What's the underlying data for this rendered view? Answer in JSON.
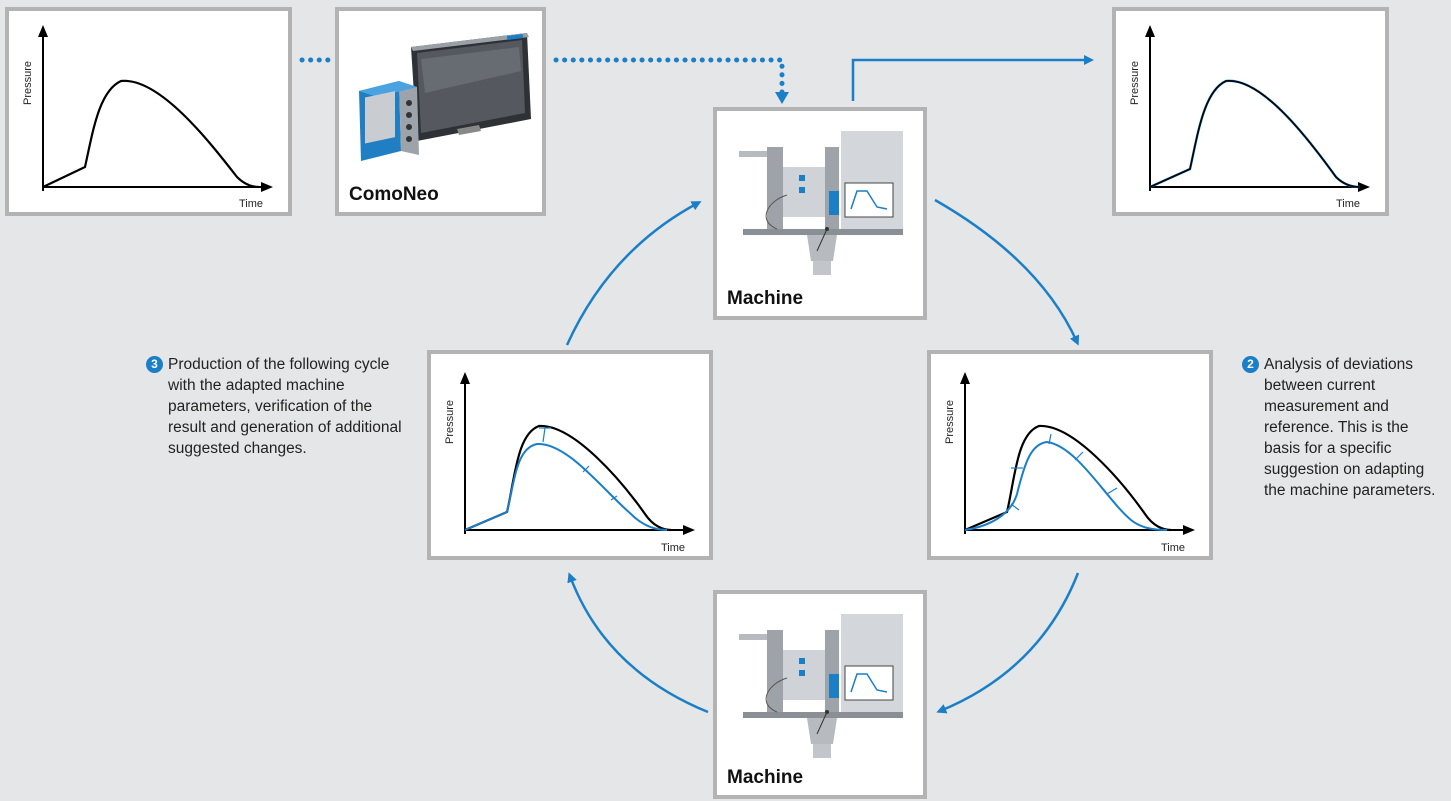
{
  "colors": {
    "blue": "#1a7fc7",
    "frame": "#b3b3b3",
    "background": "#e4e6e8"
  },
  "charts": {
    "reference": {
      "ylabel": "Pressure",
      "xlabel": "Time"
    },
    "result": {
      "ylabel": "Pressure",
      "xlabel": "Time"
    },
    "step3": {
      "ylabel": "Pressure",
      "xlabel": "Time"
    },
    "step2": {
      "ylabel": "Pressure",
      "xlabel": "Time"
    }
  },
  "devices": {
    "comoneo": {
      "label": "ComoNeo"
    },
    "machine_top": {
      "label": "Machine"
    },
    "machine_bottom": {
      "label": "Machine"
    }
  },
  "notes": {
    "step2": {
      "number": "2",
      "text": "Analysis of deviations between current measurement and reference. This is the basis for a specific suggestion on adapting the machine parameters."
    },
    "step3": {
      "number": "3",
      "text": "Production of the following cycle with the adapted machine parameters, verification of the result and generation of additional suggested changes."
    }
  }
}
